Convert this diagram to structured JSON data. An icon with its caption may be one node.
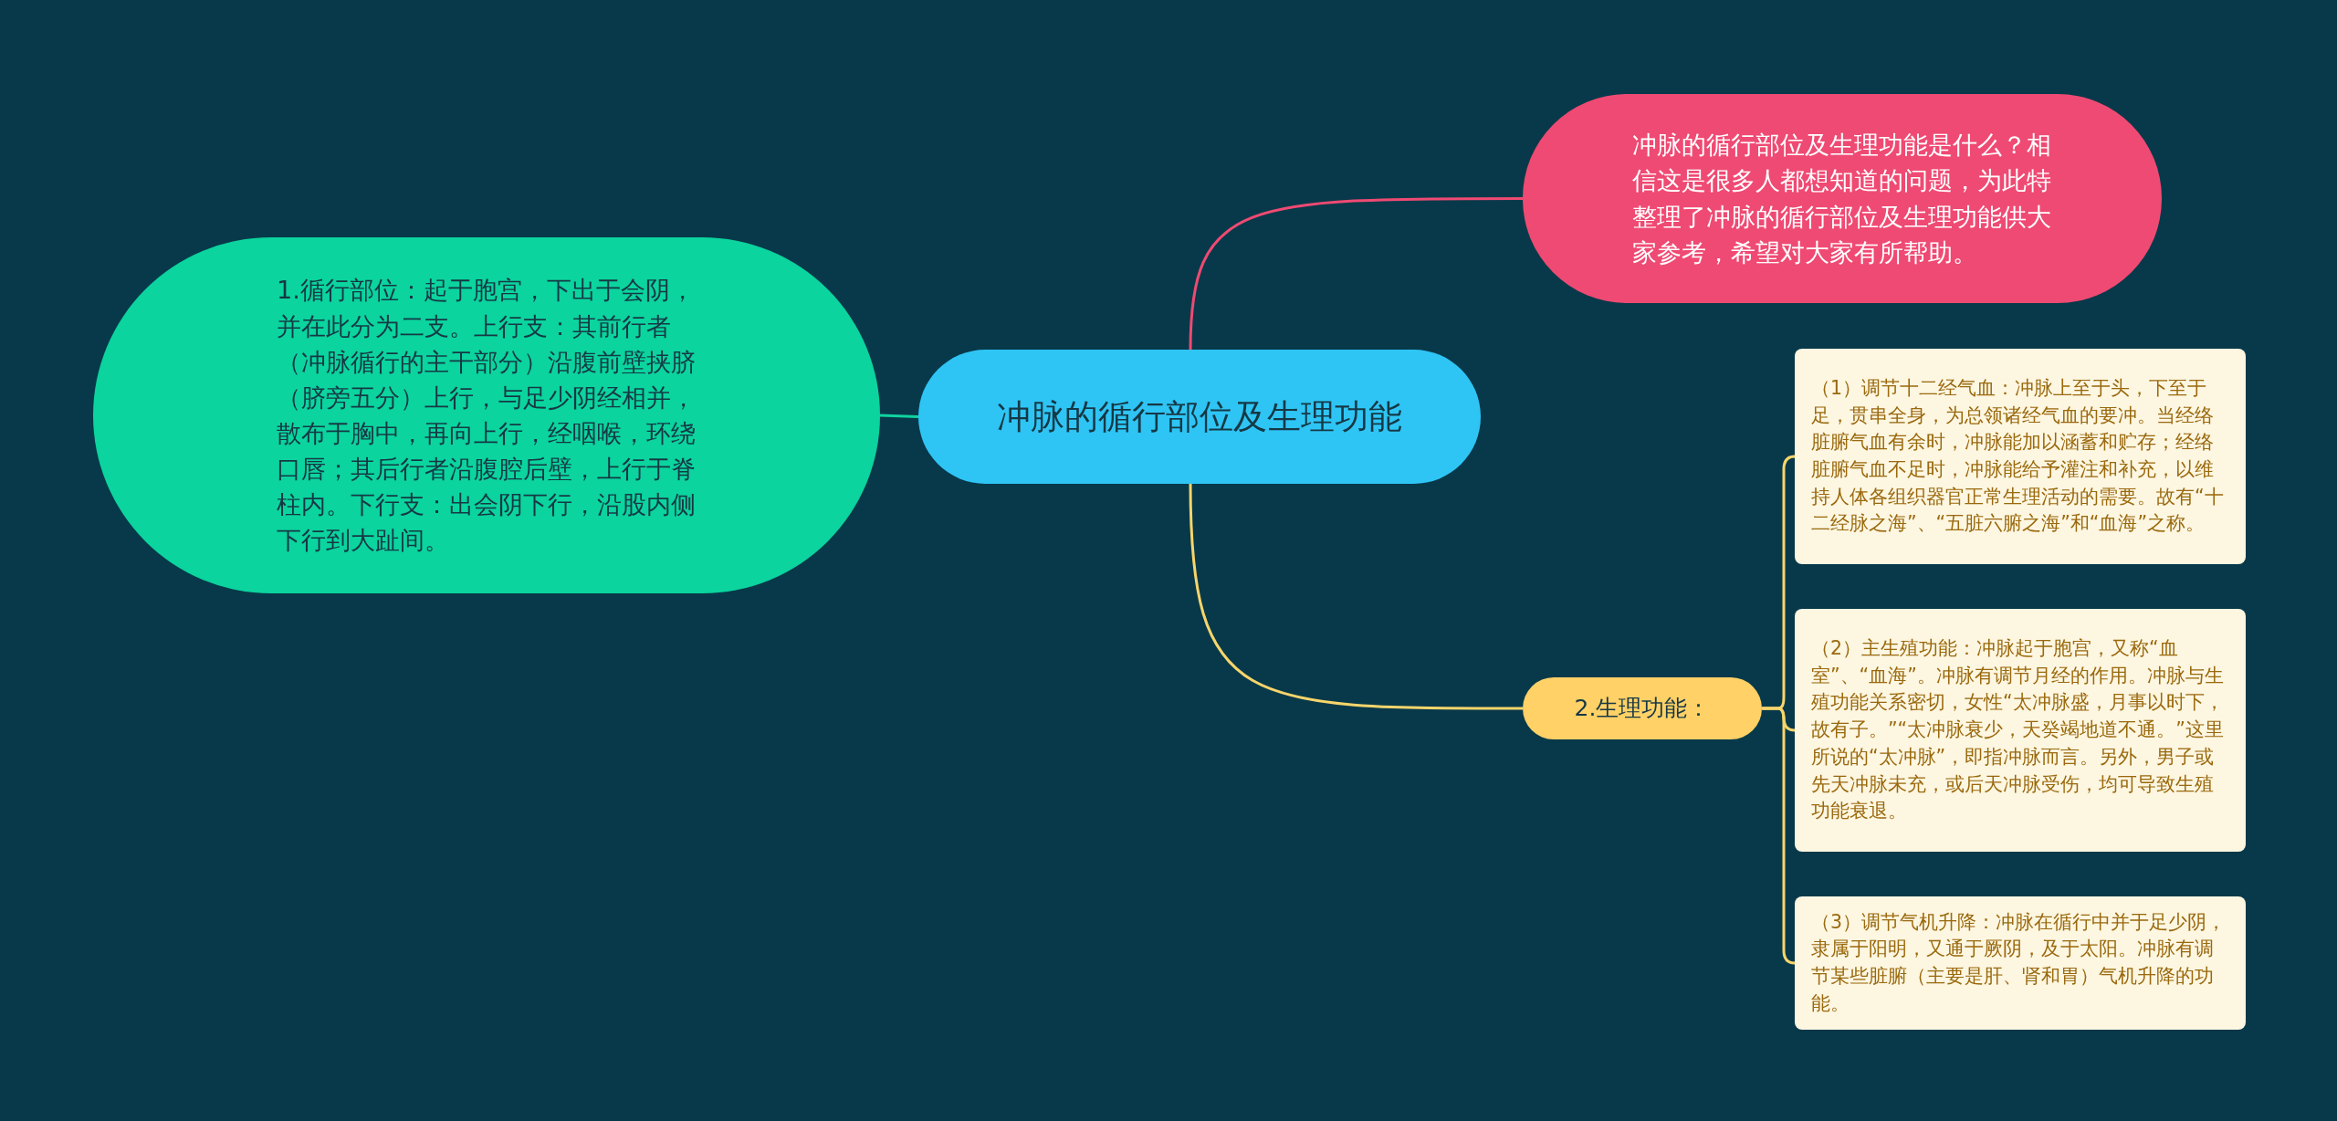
{
  "diagram": {
    "nodes": [
      {
        "text": [
          "冲脉的循行部位及生理功能"
        ]
      },
      {
        "text": [
          "1.循行部位：起于胞宫，下出于会阴，并在此分为二支。上行支：其前行者（冲脉循行的主干部分）沿腹前壁挟脐（脐旁五分）上行，与足少阴经相并，散布于胸中，再向上行，经咽喉，环绕口唇；其后行者沿腹腔后壁，上行于脊柱内。下行支：出会阴下行，沿股内侧下行到大趾间。"
        ]
      },
      {
        "text": [
          "冲脉的循行部位及生理功能是什么？相信这是很多人都想知道的问题，为此特整理了冲脉的循行部位及生理功能供大家参考，希望对大家有所帮助。"
        ]
      },
      {
        "text": [
          "2.生理功能："
        ]
      },
      {
        "text": [
          "（1）调节十二经气血：冲脉上至于头，下至于足，贯串全身，为总领诸经气血的要冲。当经络脏腑气血有余时，冲脉能加以涵蓄和贮存；经络脏腑气血不足时，冲脉能给予灌注和补充，以维持人体各组织器官正常生理活动的需要。故有“十二经脉之海”、“五脏六腑之海”和“血海”之称。"
        ]
      },
      {
        "text": [
          "（2）主生殖功能：冲脉起于胞宫，又称“血室”、“血海”。冲脉有调节月经的作用。冲脉与生殖功能关系密切，女性“太冲脉盛，月事以时下，故有子。”“太冲脉衰少，天癸竭地道不通。”这里所说的“太冲脉”，即指冲脉而言。另外，男子或先天冲脉未充，或后天冲脉受伤，均可导致生殖功能衰退。"
        ]
      },
      {
        "text": [
          "（3）调节气机升降：冲脉在循行中并于足少阴，隶属于阳明，又通于厥阴，及于太阳。冲脉有调节某些脏腑（主要是肝、肾和胃）气机升降的功能。"
        ]
      }
    ],
    "edges": [
      {
        "from": 0,
        "to": 1,
        "arrow": "none",
        "color": "#10d3a0"
      },
      {
        "from": 0,
        "to": 2,
        "arrow": "none",
        "color": "#ef4a73"
      },
      {
        "from": 0,
        "to": 3,
        "arrow": "none"
      },
      {
        "from": 3,
        "to": 4,
        "arrow": "none"
      },
      {
        "from": 3,
        "to": 5,
        "arrow": "none"
      },
      {
        "from": 3,
        "to": 6,
        "arrow": "none"
      }
    ]
  }
}
